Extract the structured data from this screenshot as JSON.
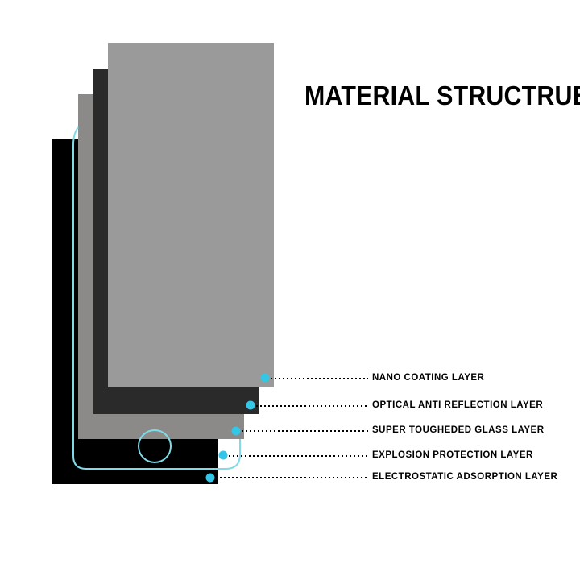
{
  "title": "MATERIAL STRUCTRUE",
  "colors": {
    "nano": "#9b9a9a",
    "optical": "#2b2a2b",
    "glass": "#8c8989",
    "explosion": "#000000",
    "electrostatic": "#000000",
    "accent": "#34c6e6",
    "outline": "#7fdbe8",
    "leader": "#000000"
  },
  "layers": [
    {
      "name": "nano-coating",
      "label": "NANO COATING LAYER"
    },
    {
      "name": "optical-anti-reflection",
      "label": "OPTICAL ANTI REFLECTION LAYER"
    },
    {
      "name": "super-tougheded-glass",
      "label": "SUPER TOUGHEDED GLASS LAYER"
    },
    {
      "name": "explosion-protection",
      "label": "EXPLOSION PROTECTION LAYER"
    },
    {
      "name": "electrostatic-adsorption",
      "label": "ELECTROSTATIC ADSORPTION LAYER"
    }
  ]
}
